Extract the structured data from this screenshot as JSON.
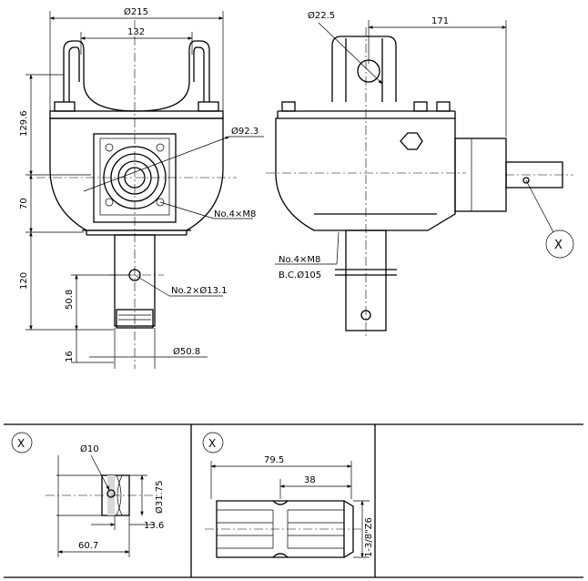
{
  "front_view": {
    "dim_overall_width": "Ø215",
    "dim_mount_spacing": "132",
    "dim_height_top": "129.6",
    "dim_height_mid": "70",
    "dim_shaft_length": "120",
    "dim_hole_position": "50.8",
    "dim_shaft_step": "16",
    "dim_flange_diameter": "Ø92.3",
    "label_flange_bolts": "No.4×M8",
    "label_cross_holes": "No.2×Ø13.1",
    "dim_shaft_diameter": "Ø50.8"
  },
  "side_view": {
    "dim_pin_hole": "Ø22.5",
    "dim_input_length": "171",
    "label_bolts": "No.4×M8",
    "label_bolt_circle": "B.C.Ø105",
    "detail_callout": "X"
  },
  "detail_a": {
    "marker": "X",
    "dim_hole": "Ø10",
    "dim_diameter": "Ø31.75",
    "dim_width": "13.6",
    "dim_length": "60.7"
  },
  "detail_b": {
    "marker": "X",
    "dim_overall": "79.5",
    "dim_spline": "38",
    "dim_spline_diameter": "1-3/8\"Z6"
  }
}
